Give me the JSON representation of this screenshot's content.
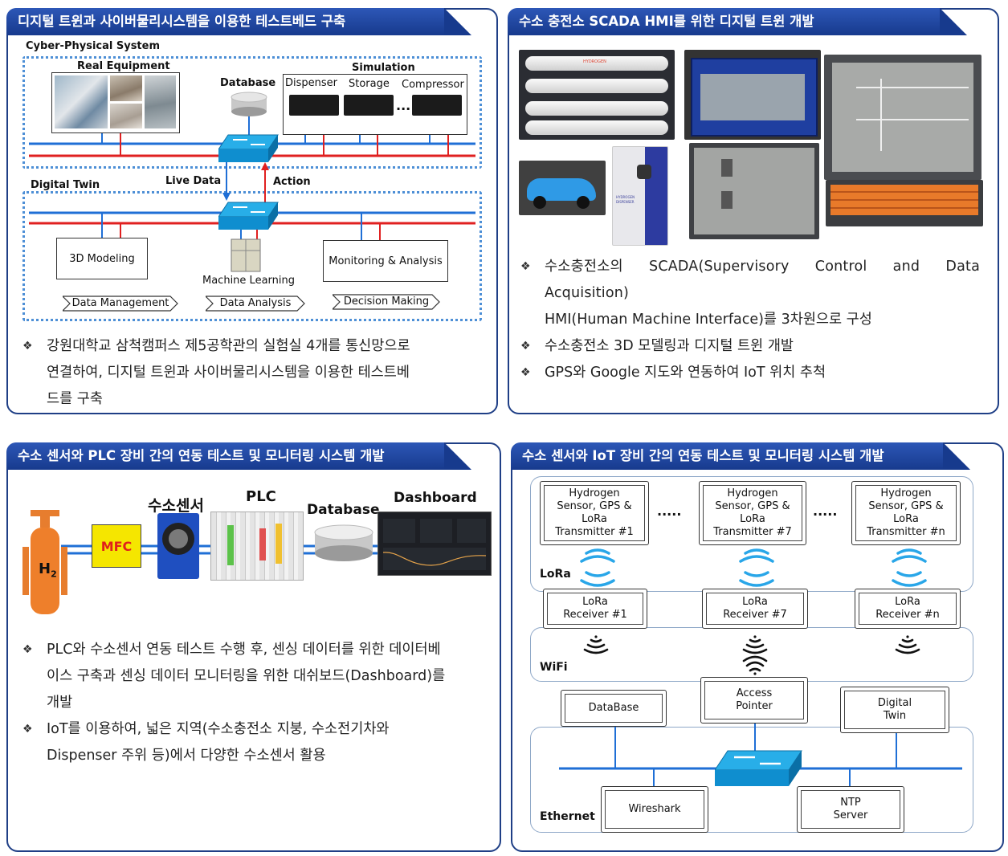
{
  "panels": {
    "p1": {
      "title": "디지털 트윈과 사이버물리시스템을 이용한 테스트베드 구축",
      "cps_label": "Cyber-Physical System",
      "real_equipment": "Real Equipment",
      "database": "Database",
      "simulation": "Simulation",
      "dispenser": "Dispenser",
      "storage": "Storage",
      "compressor": "Compressor",
      "ellipsis": "...",
      "live_data": "Live Data",
      "action": "Action",
      "digital_twin": "Digital Twin",
      "modeling": "3D Modeling",
      "machine_learning": "Machine Learning",
      "monitoring": "Monitoring & Analysis",
      "stages": [
        "Data Management",
        "Data Analysis",
        "Decision Making"
      ],
      "bullet_lines": [
        "강원대학교 삼척캠퍼스 제5공학관의 실험실 4개를 통신망으로",
        "연결하여, 디지털 트윈과 사이버물리시스템을 이용한 테스트베",
        "드를 구축"
      ]
    },
    "p2": {
      "title": "수소 충전소 SCADA HMI를 위한 디지털 트윈 개발",
      "tank_label": "HYDROGEN",
      "dispenser_label": "HYDROGEN DISPENSER",
      "b1_line1": "수소충전소의 SCADA(Supervisory Control and Data Acquisition)",
      "b1_line2": "HMI(Human Machine Interface)를 3차원으로 구성",
      "b2": "수소충전소 3D 모델링과 디지털 트윈 개발",
      "b3": "GPS와 Google 지도와 연동하여 IoT 위치 추척"
    },
    "p3": {
      "title": "수소 센서와 PLC 장비 간의 연동 테스트 및 모니터링 시스템 개발",
      "h2": "H",
      "h2_sub": "2",
      "mfc": "MFC",
      "sensor": "수소센서",
      "plc": "PLC",
      "database": "Database",
      "dashboard": "Dashboard",
      "b1_lines": [
        "PLC와 수소센서 연동 테스트 수행 후, 센싱 데이터를 위한 데이터베",
        "이스 구축과 센싱 데이터 모니터링을 위한 대쉬보드(Dashboard)를",
        "개발"
      ],
      "b2_lines": [
        "IoT를 이용하여, 넓은 지역(수소충전소 지붕, 수소전기차와",
        "Dispenser 주위 등)에서 다양한 수소센서 활용"
      ]
    },
    "p4": {
      "title": "수소 센서와 IoT 장비 간의 연동 테스트 및 모니터링 시스템 개발",
      "transmitters": [
        [
          "Hydrogen",
          "Sensor, GPS &",
          "LoRa",
          "Transmitter #1"
        ],
        [
          "Hydrogen",
          "Sensor, GPS &",
          "LoRa",
          "Transmitter #7"
        ],
        [
          "Hydrogen",
          "Sensor, GPS &",
          "LoRa",
          "Transmitter #n"
        ]
      ],
      "dots": ".....",
      "lora": "LoRa",
      "receivers": [
        [
          "LoRa",
          "Receiver #1"
        ],
        [
          "LoRa",
          "Receiver #7"
        ],
        [
          "LoRa",
          "Receiver #n"
        ]
      ],
      "wifi": "WiFi",
      "access_pointer": [
        "Access",
        "Pointer"
      ],
      "database": "DataBase",
      "digital_twin": [
        "Digital",
        "Twin"
      ],
      "wireshark": "Wireshark",
      "ntp": [
        "NTP",
        "Server"
      ],
      "ethernet": "Ethernet"
    }
  },
  "colors": {
    "title_bar": "#1f3f86",
    "line_red": "#e02020",
    "line_blue": "#1f6fd6",
    "zone_dots": "#4d8fd6",
    "switch": "#1fa0e0"
  }
}
